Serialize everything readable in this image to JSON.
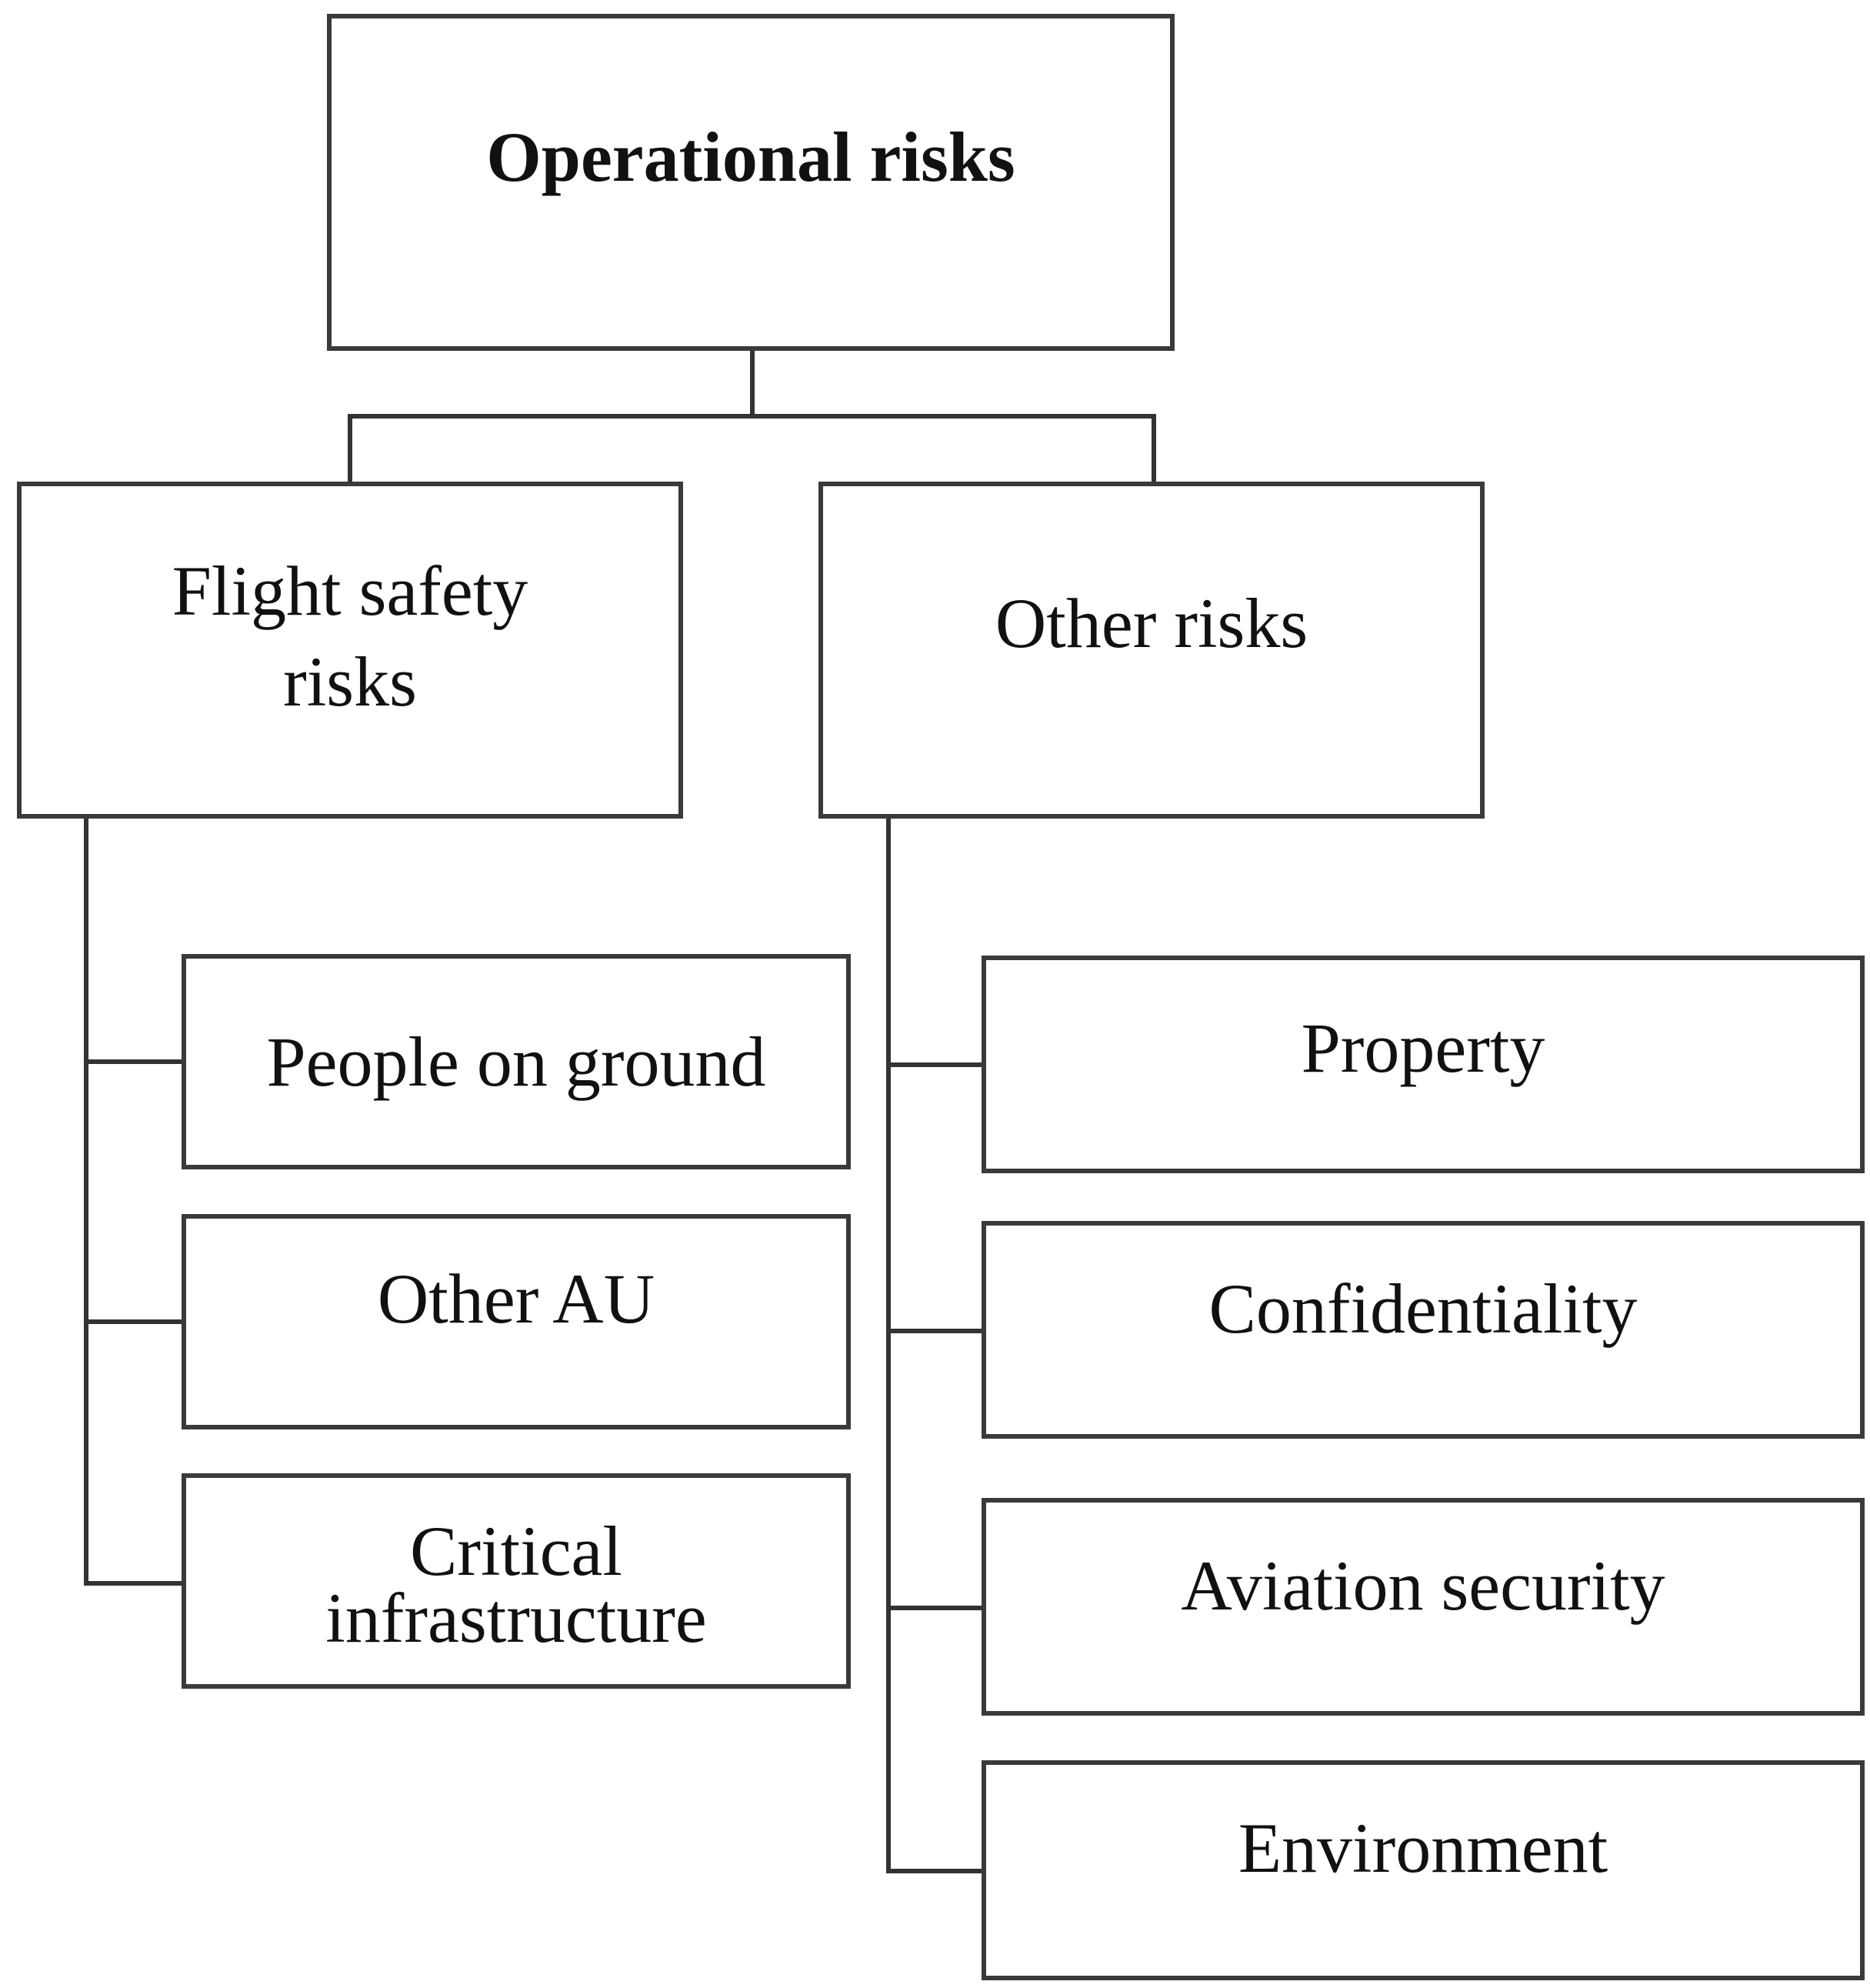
{
  "diagram": {
    "root": {
      "label": "Operational risks"
    },
    "branches": [
      {
        "label": "Flight safety\nrisks",
        "children": [
          "People on ground",
          "Other AU",
          "Critical\ninfrastructure"
        ]
      },
      {
        "label": "Other risks",
        "children": [
          "Property",
          "Confidentiality",
          "Aviation security",
          "Environment"
        ]
      }
    ]
  }
}
